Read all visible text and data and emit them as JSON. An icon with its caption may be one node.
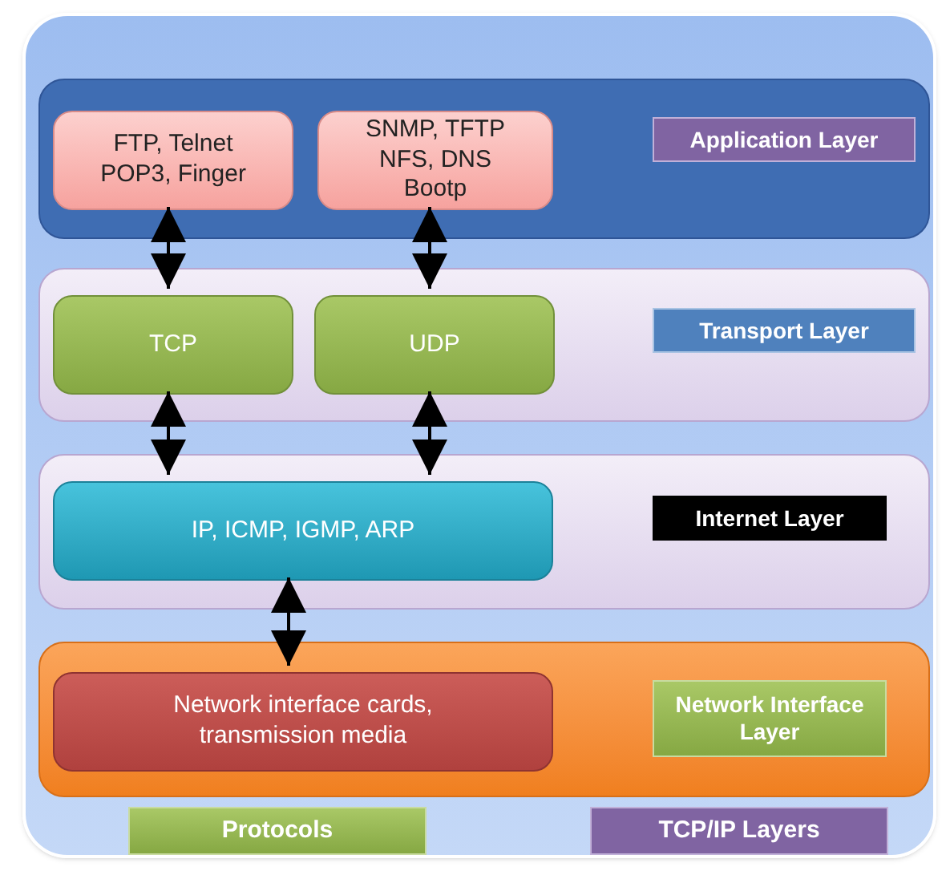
{
  "diagram": {
    "nodes": [
      {
        "text": [],
        "shape": "box"
      },
      {
        "text": [],
        "shape": "box",
        "in": 0
      },
      {
        "text": [
          "FTP, Telnet POP3, Finger"
        ],
        "in": 1
      },
      {
        "text": [
          "SNMP, TFTP NFS, DNS Bootp"
        ],
        "in": 1
      },
      {
        "text": [
          "Application Layer"
        ],
        "in": 1
      },
      {
        "text": [],
        "shape": "box",
        "in": 0
      },
      {
        "text": [
          "TCP"
        ],
        "in": 5
      },
      {
        "text": [
          "UDP"
        ],
        "in": 5
      },
      {
        "text": [
          "Transport Layer"
        ],
        "in": 5
      },
      {
        "text": [],
        "shape": "box",
        "in": 0
      },
      {
        "text": [
          "IP, ICMP, IGMP, ARP"
        ],
        "in": 9
      },
      {
        "text": [
          "Internet Layer"
        ],
        "in": 9
      },
      {
        "text": [],
        "shape": "box",
        "in": 0
      },
      {
        "text": [
          "Network interface cards, transmission media"
        ],
        "in": 12
      },
      {
        "text": [
          "Network Interface Layer"
        ],
        "in": 12
      },
      {
        "text": [
          "Protocols"
        ],
        "in": 0
      },
      {
        "text": [
          "TCP/IP Layers"
        ],
        "in": 0
      }
    ],
    "edges": [
      {
        "from": 2,
        "to": 6,
        "arrow": "both"
      },
      {
        "from": 3,
        "to": 7,
        "arrow": "both"
      },
      {
        "from": 6,
        "to": 10,
        "arrow": "both"
      },
      {
        "from": 7,
        "to": 10,
        "arrow": "both"
      },
      {
        "from": 10,
        "to": 13,
        "arrow": "both"
      }
    ]
  }
}
